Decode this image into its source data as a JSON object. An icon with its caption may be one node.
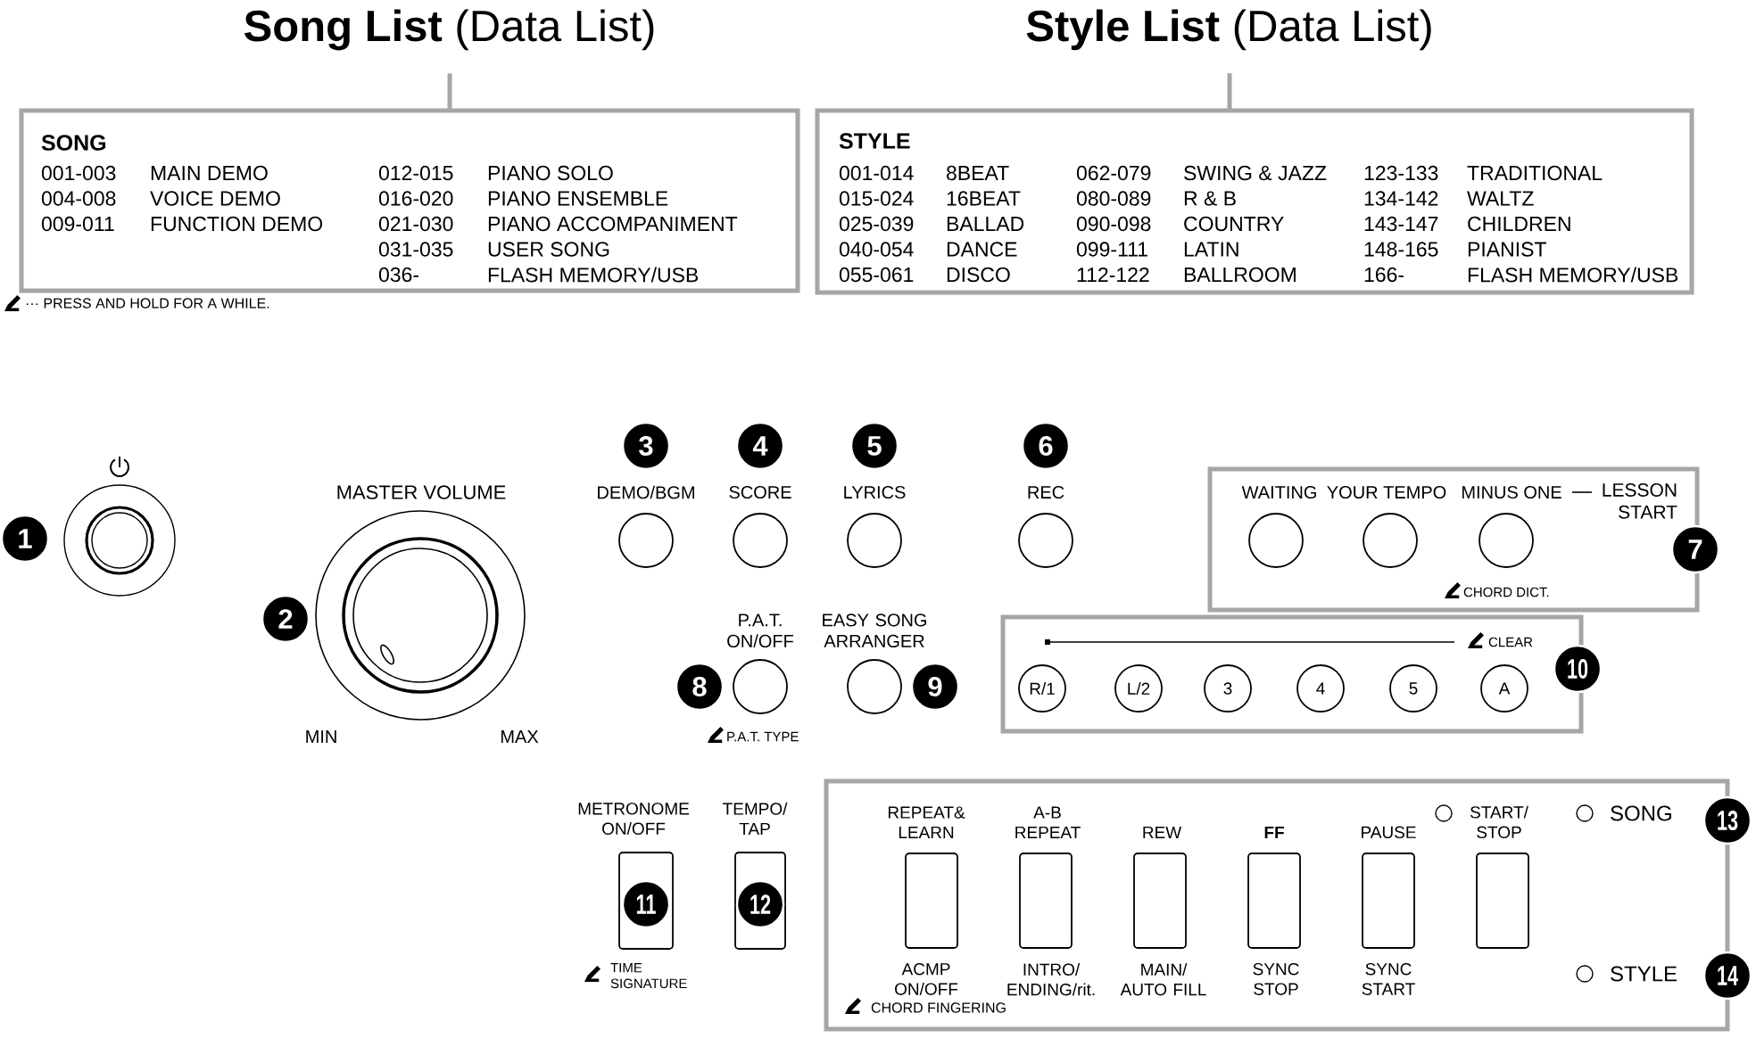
{
  "diagram": {
    "nodes": [
      {
        "text": [
          "**Song List** (Data List)"
        ]
      },
      {
        "text": [
          "SONG",
          "001-003",
          "MAIN DEMO",
          "004-008",
          "VOICE DEMO",
          "009-011",
          "FUNCTION DEMO",
          "012-015",
          "PIANO SOLO",
          "016-020",
          "PIANO ENSEMBLE",
          "021-030",
          "PIANO ACCOMPANIMENT",
          "031-035",
          "USER SONG",
          "036-",
          "FLASH MEMORY/USB"
        ]
      },
      {
        "text": [
          "**Style List** (Data List)"
        ]
      },
      {
        "text": [
          "STYLE",
          "001-014",
          "8BEAT",
          "015-024",
          "16BEAT",
          "025-039",
          "BALLAD",
          "040-054",
          "DANCE",
          "055-061",
          "DISCO",
          "062-079",
          "SWING & JAZZ",
          "080-089",
          "R & B",
          "090-098",
          "COUNTRY",
          "099-111",
          "LATIN",
          "112-122",
          "BALLROOM",
          "123-133",
          "TRADITIONAL",
          "134-142",
          "WALTZ",
          "143-147",
          "CHILDREN",
          "148-165",
          "PIANIST",
          "166-",
          "FLASH MEMORY/USB"
        ]
      },
      {
        "text": [],
        "shape": "circle"
      },
      {
        "text": [
          "MASTER VOLUME"
        ],
        "beside": [
          "MIN",
          "MAX"
        ]
      },
      {
        "text": [
          "DEMO/BGM"
        ]
      },
      {
        "text": [
          "SCORE"
        ]
      },
      {
        "text": [
          "LYRICS"
        ]
      },
      {
        "text": [
          "REC"
        ]
      },
      {
        "text": [
          "LESSON START"
        ]
      },
      {
        "text": [
          "WAITING"
        ],
        "in": 10
      },
      {
        "text": [
          "YOUR TEMPO"
        ],
        "in": 10
      },
      {
        "text": [
          "MINUS ONE"
        ],
        "in": 10,
        "beside": [
          "CHORD DICT."
        ]
      },
      {
        "text": [
          "P.A.T. ON/OFF"
        ],
        "beside": [
          "P.A.T. TYPE"
        ]
      },
      {
        "text": [
          "EASY SONG ARRANGER"
        ]
      },
      {
        "text": [
          "CLEAR"
        ]
      },
      {
        "text": [
          "R/1"
        ],
        "in": 16
      },
      {
        "text": [
          "L/2"
        ],
        "in": 16
      },
      {
        "text": [
          "3"
        ],
        "in": 16
      },
      {
        "text": [
          "4"
        ],
        "in": 16
      },
      {
        "text": [
          "5"
        ],
        "in": 16
      },
      {
        "text": [
          "A"
        ],
        "in": 16
      },
      {
        "text": [
          "METRONOME ON/OFF"
        ],
        "beside": [
          "TIME SIGNATURE"
        ]
      },
      {
        "text": [
          "TEMPO/ TAP"
        ]
      },
      {
        "text": [
          "SONG",
          "STYLE"
        ]
      },
      {
        "text": [
          "REPEAT& LEARN",
          "ACMP ON/OFF"
        ],
        "in": 25,
        "beside": [
          "CHORD FINGERING"
        ]
      },
      {
        "text": [
          "A-B REPEAT",
          "INTRO/ ENDING/rit."
        ],
        "in": 25
      },
      {
        "text": [
          "REW",
          "MAIN/ AUTO FILL"
        ],
        "in": 25
      },
      {
        "text": [
          "FF",
          "SYNC STOP"
        ],
        "in": 25
      },
      {
        "text": [
          "PAUSE",
          "SYNC START"
        ],
        "in": 25
      },
      {
        "text": [
          "START/ STOP"
        ],
        "in": 25
      }
    ],
    "edges": [
      {
        "from": 0,
        "to": 1,
        "arrow": "none"
      },
      {
        "from": 2,
        "to": 3,
        "arrow": "none"
      }
    ],
    "labels": [
      "1",
      "2",
      "3",
      "4",
      "5",
      "6",
      "7",
      "8",
      "9",
      "10",
      "11",
      "12",
      "13",
      "14"
    ],
    "legend": [
      {
        "text": "··· PRESS AND HOLD FOR A WHILE."
      }
    ]
  }
}
